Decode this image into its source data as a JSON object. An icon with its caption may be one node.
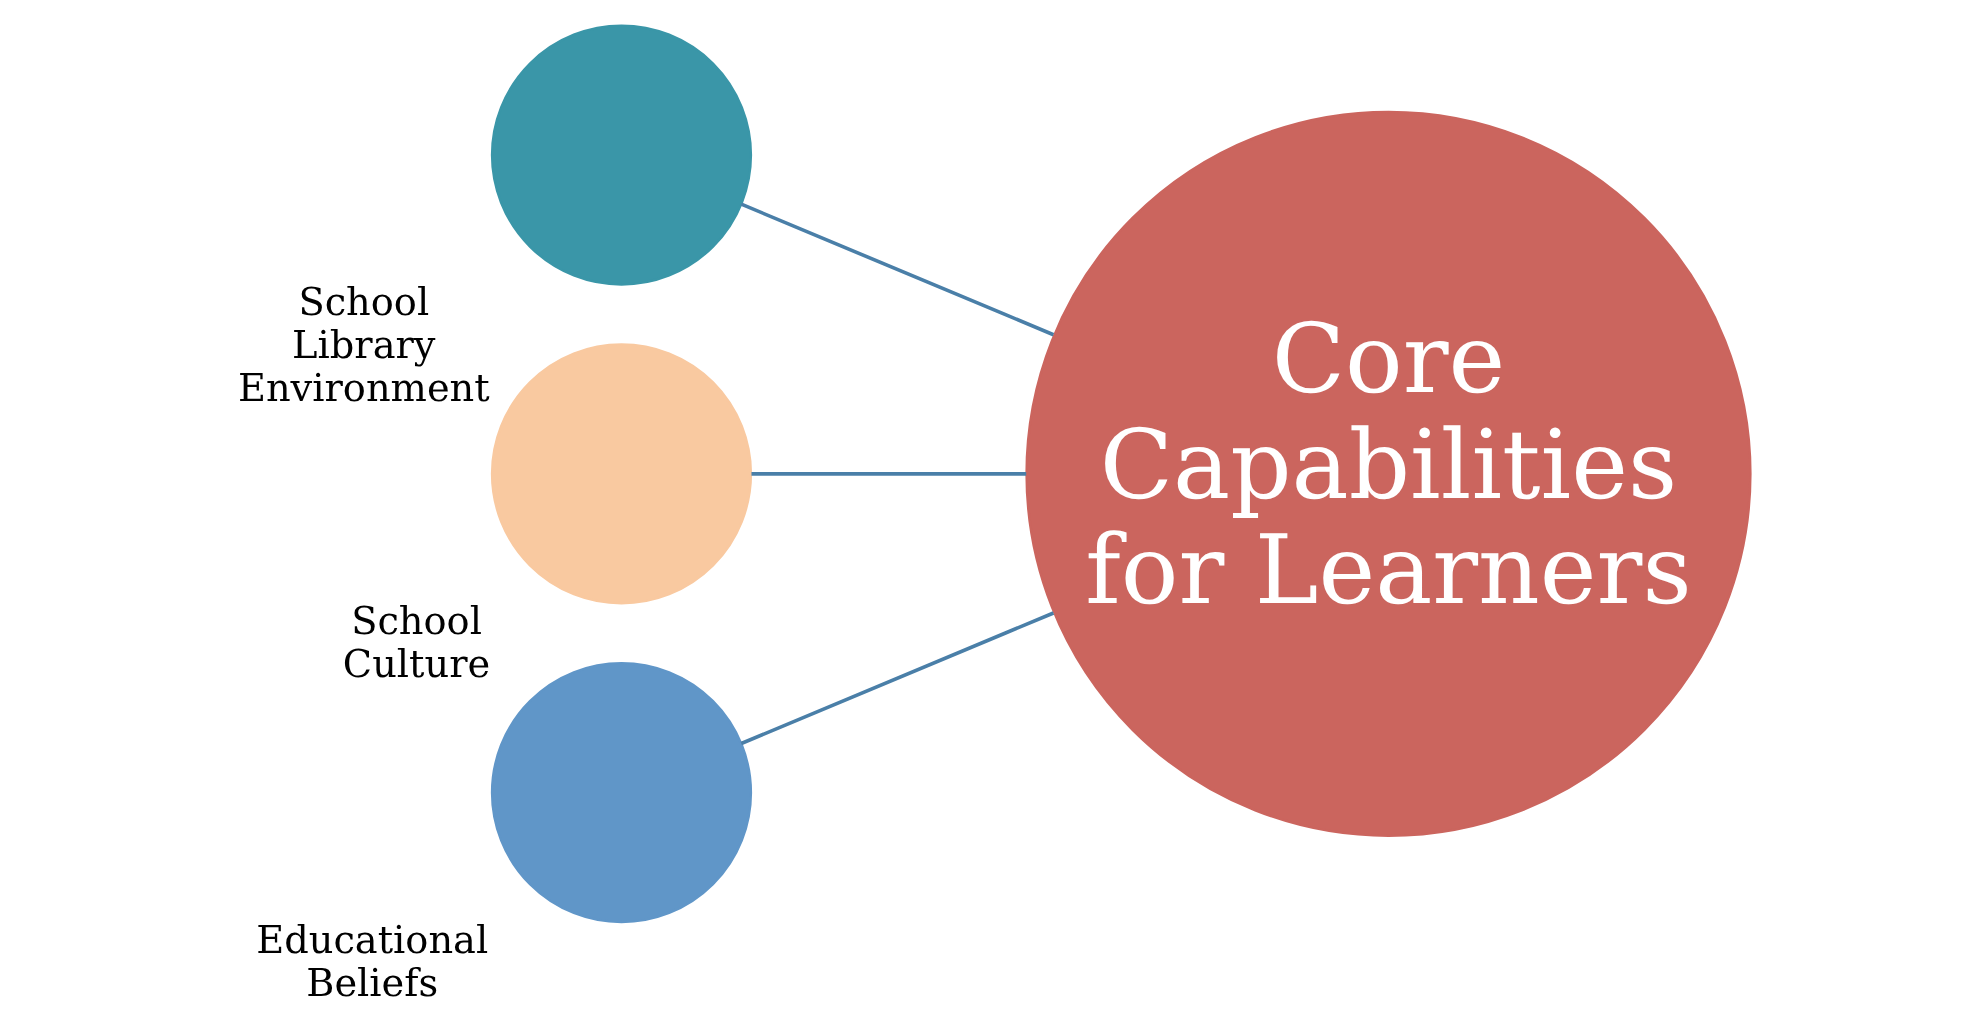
{
  "diagram": {
    "nodes": [
      {
        "text": [],
        "shape": "circle",
        "beside": [
          "Educational Beliefs"
        ]
      },
      {
        "text": [],
        "shape": "circle",
        "beside": [
          "School Culture"
        ]
      },
      {
        "text": [],
        "shape": "circle",
        "beside": [
          "School Library Environment"
        ]
      },
      {
        "text": [
          "Core Capabilities for Learners"
        ]
      }
    ],
    "edges": [
      {
        "from": 0,
        "to": 3,
        "arrow": "none"
      },
      {
        "from": 1,
        "to": 3,
        "arrow": "none"
      },
      {
        "from": 2,
        "to": 3,
        "arrow": "none"
      }
    ]
  }
}
